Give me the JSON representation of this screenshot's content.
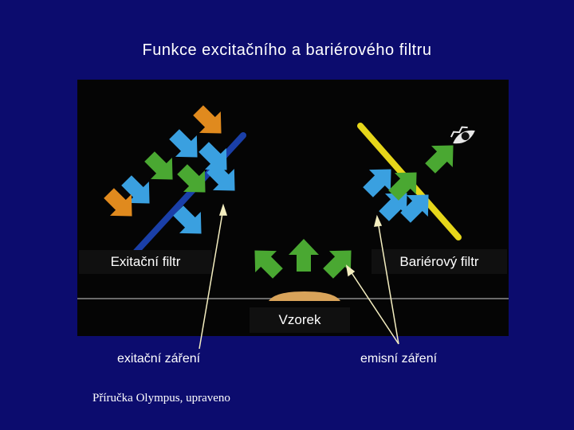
{
  "title": "Funkce excitačního a bariérového filtru",
  "labels": {
    "excitation_filter": "Exitační filtr",
    "barrier_filter": "Bariérový filtr",
    "sample": "Vzorek",
    "excitation_light": "exitační záření",
    "emission_light": "emisní záření"
  },
  "credit": "Příručka Olympus, upraveno",
  "colors": {
    "background": "#0c0c6e",
    "panel": "#050505",
    "excitation_filter": "#1a3fa8",
    "barrier_filter": "#e6d61a",
    "arrow_blue": "#3aa0e0",
    "arrow_green": "#4aa832",
    "arrow_orange": "#e08a1e",
    "sample": "#d8a35a",
    "pointer_line": "#f4eec0"
  },
  "icons": [
    "eye-icon"
  ]
}
